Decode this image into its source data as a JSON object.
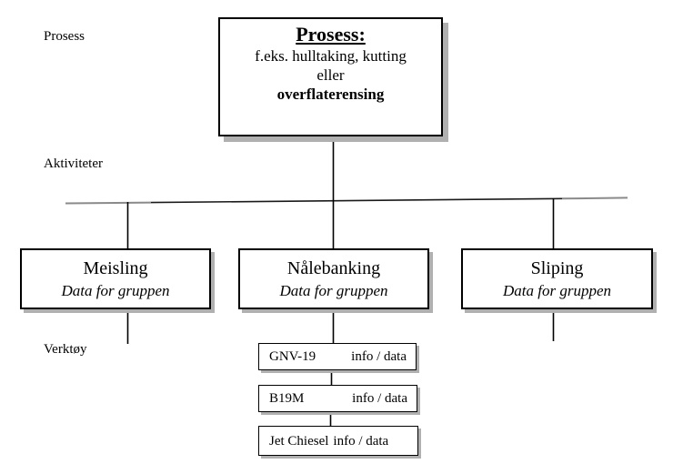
{
  "colors": {
    "background": "#ffffff",
    "box_border": "#000000",
    "connector_black": "#1a1a1a",
    "connector_gray": "#8a8a8a",
    "box_shadow": "#b0b0b0",
    "text": "#000000"
  },
  "row_labels": {
    "prosess": "Prosess",
    "aktiviteter": "Aktiviteter",
    "verktoy": "Verktøy"
  },
  "process_box": {
    "title": "Prosess:",
    "line2": "f.eks. hulltaking, kutting",
    "line3": "eller",
    "line4": "overflaterensing"
  },
  "activities": [
    {
      "title": "Meisling",
      "subtitle": "Data for gruppen"
    },
    {
      "title": "Nålebanking",
      "subtitle": "Data for gruppen"
    },
    {
      "title": "Sliping",
      "subtitle": "Data for gruppen"
    }
  ],
  "tools": [
    {
      "name": "GNV-19",
      "info": "info / data"
    },
    {
      "name": "B19M",
      "info": "info / data"
    },
    {
      "name": "Jet Chiesel",
      "info": "info / data"
    }
  ]
}
